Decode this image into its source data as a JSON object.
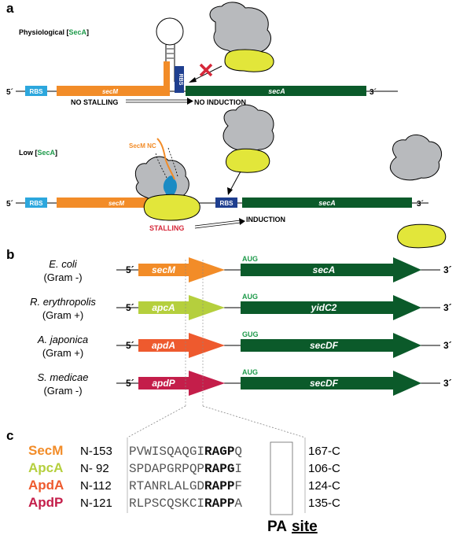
{
  "colors": {
    "secM": "#f28c28",
    "apcA": "#b5cf3d",
    "apdA": "#ee5a2e",
    "apdP": "#c41e4a",
    "secA_gene": "#0b5a2a",
    "rbs_light": "#2ca7dd",
    "rbs_dark": "#1f3f8f",
    "ribosome_large": "#b8babd",
    "ribosome_small": "#e2e63a",
    "stalling": "#d6283a",
    "codon_green": "#1d9a4a",
    "tRNA": "#1a8bc4"
  },
  "panel_a": {
    "label": "a",
    "top": {
      "condition_prefix": "Physiological [",
      "condition_protein": "SecA",
      "condition_suffix": "]",
      "five_prime": "5´",
      "three_prime": "3´",
      "rbs1": "RBS",
      "rbs2": "RBS",
      "gene1": "secM",
      "gene2": "secA",
      "result1": "NO STALLING",
      "result2": "NO INDUCTION"
    },
    "bottom": {
      "condition_prefix": "Low [",
      "condition_protein": "SecA",
      "condition_suffix": "]",
      "nascent_chain": "SecM NC",
      "five_prime": "5´",
      "three_prime": "3´",
      "rbs1": "RBS",
      "rbs2": "RBS",
      "gene1": "secM",
      "gene2": "secA",
      "result1": "STALLING",
      "result2": "INDUCTION"
    }
  },
  "panel_b": {
    "label": "b",
    "operons": [
      {
        "species": "E. coli",
        "gram": "(Gram -)",
        "arrest_gene": "secM",
        "start_codon": "AUG",
        "downstream_gene": "secA",
        "color_key": "secM"
      },
      {
        "species": "R. erythropolis",
        "gram": "(Gram +)",
        "arrest_gene": "apcA",
        "start_codon": "AUG",
        "downstream_gene": "yidC2",
        "color_key": "apcA"
      },
      {
        "species": "A. japonica",
        "gram": "(Gram +)",
        "arrest_gene": "apdA",
        "start_codon": "GUG",
        "downstream_gene": "secDF",
        "color_key": "apdA"
      },
      {
        "species": "S. medicae",
        "gram": "(Gram -)",
        "arrest_gene": "apdP",
        "start_codon": "AUG",
        "downstream_gene": "secDF",
        "color_key": "apdP"
      }
    ],
    "five_prime": "5´",
    "three_prime": "3´"
  },
  "panel_c": {
    "label": "c",
    "rows": [
      {
        "name": "SecM",
        "start": "N-153",
        "seq_plain": "PVWISQAQGI",
        "seq_bold": "RAGP",
        "seq_tail": "Q",
        "end": "167-C",
        "color_key": "secM"
      },
      {
        "name": "ApcA",
        "start": "N- 92",
        "seq_plain": "SPDAPGRPQP",
        "seq_bold": "RAPG",
        "seq_tail": "I",
        "end": "106-C",
        "color_key": "apcA"
      },
      {
        "name": "ApdA",
        "start": "N-112",
        "seq_plain": "RTANRLALGD",
        "seq_bold": "RAPP",
        "seq_tail": "F",
        "end": "124-C",
        "color_key": "apdA"
      },
      {
        "name": "ApdP",
        "start": "N-121",
        "seq_plain": "RLPSCQSKCI",
        "seq_bold": "RAPP",
        "seq_tail": "A",
        "end": "135-C",
        "color_key": "apdP"
      }
    ],
    "site_label_1": "PA",
    "site_label_2": "site"
  }
}
